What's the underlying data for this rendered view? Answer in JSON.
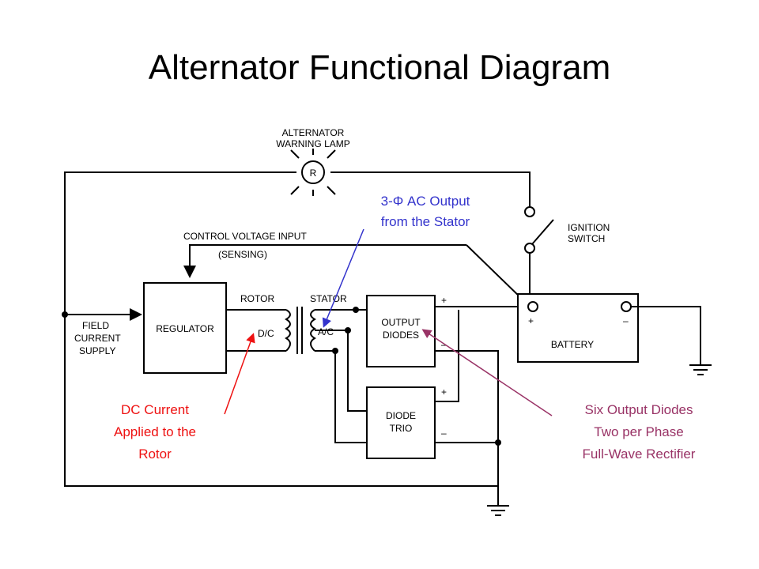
{
  "title": "Alternator Functional Diagram",
  "labels": {
    "warning_lamp_line1": "ALTERNATOR",
    "warning_lamp_line2": "WARNING LAMP",
    "lamp_letter": "R",
    "ignition_line1": "IGNITION",
    "ignition_line2": "SWITCH",
    "control_voltage": "CONTROL VOLTAGE INPUT",
    "sensing": "(SENSING)",
    "field_line1": "FIELD",
    "field_line2": "CURRENT",
    "field_line3": "SUPPLY",
    "regulator": "REGULATOR",
    "rotor": "ROTOR",
    "stator": "STATOR",
    "dc": "D/C",
    "ac": "A/C",
    "output_diodes_line1": "OUTPUT",
    "output_diodes_line2": "DIODES",
    "diode_trio_line1": "DIODE",
    "diode_trio_line2": "TRIO",
    "battery": "BATTERY",
    "plus": "+",
    "minus": "–"
  },
  "annotations": {
    "stator_output": {
      "line1": "3-Φ AC Output",
      "line2": "from the Stator",
      "color": "#3333cc"
    },
    "rotor_current": {
      "line1": "DC Current",
      "line2": "Applied to the",
      "line3": "Rotor",
      "color": "#ee1111"
    },
    "diodes": {
      "line1": "Six Output Diodes",
      "line2": "Two per Phase",
      "line3": "Full-Wave Rectifier",
      "color": "#993366"
    }
  }
}
